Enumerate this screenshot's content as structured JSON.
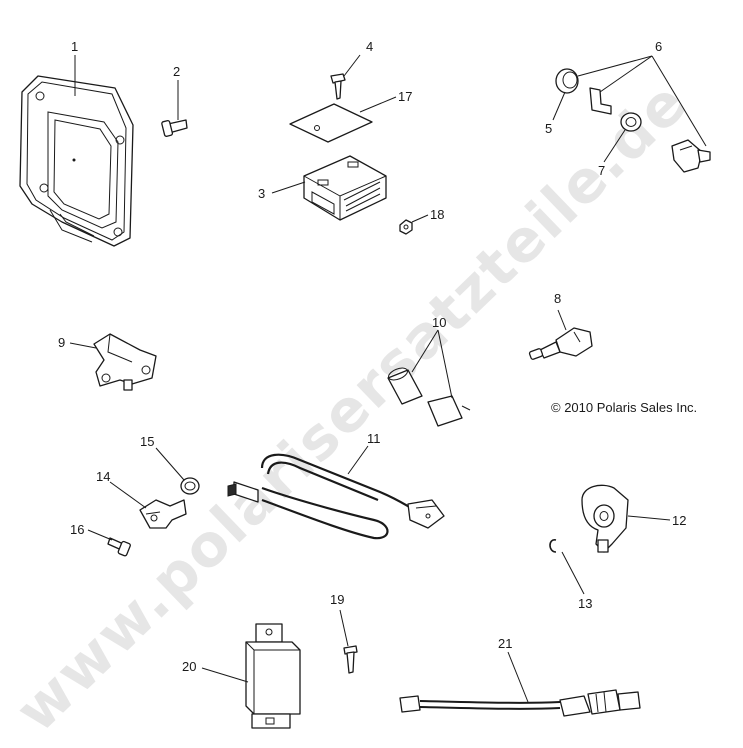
{
  "watermark": "www.polarisersatzteile.de",
  "copyright": "© 2010 Polaris Sales Inc.",
  "callouts": {
    "c1": "1",
    "c2": "2",
    "c3": "3",
    "c4": "4",
    "c5": "5",
    "c6": "6",
    "c7": "7",
    "c8": "8",
    "c9": "9",
    "c10": "10",
    "c11": "11",
    "c12": "12",
    "c13": "13",
    "c14": "14",
    "c15": "15",
    "c16": "16",
    "c17": "17",
    "c18": "18",
    "c19": "19",
    "c20": "20",
    "c21": "21"
  }
}
